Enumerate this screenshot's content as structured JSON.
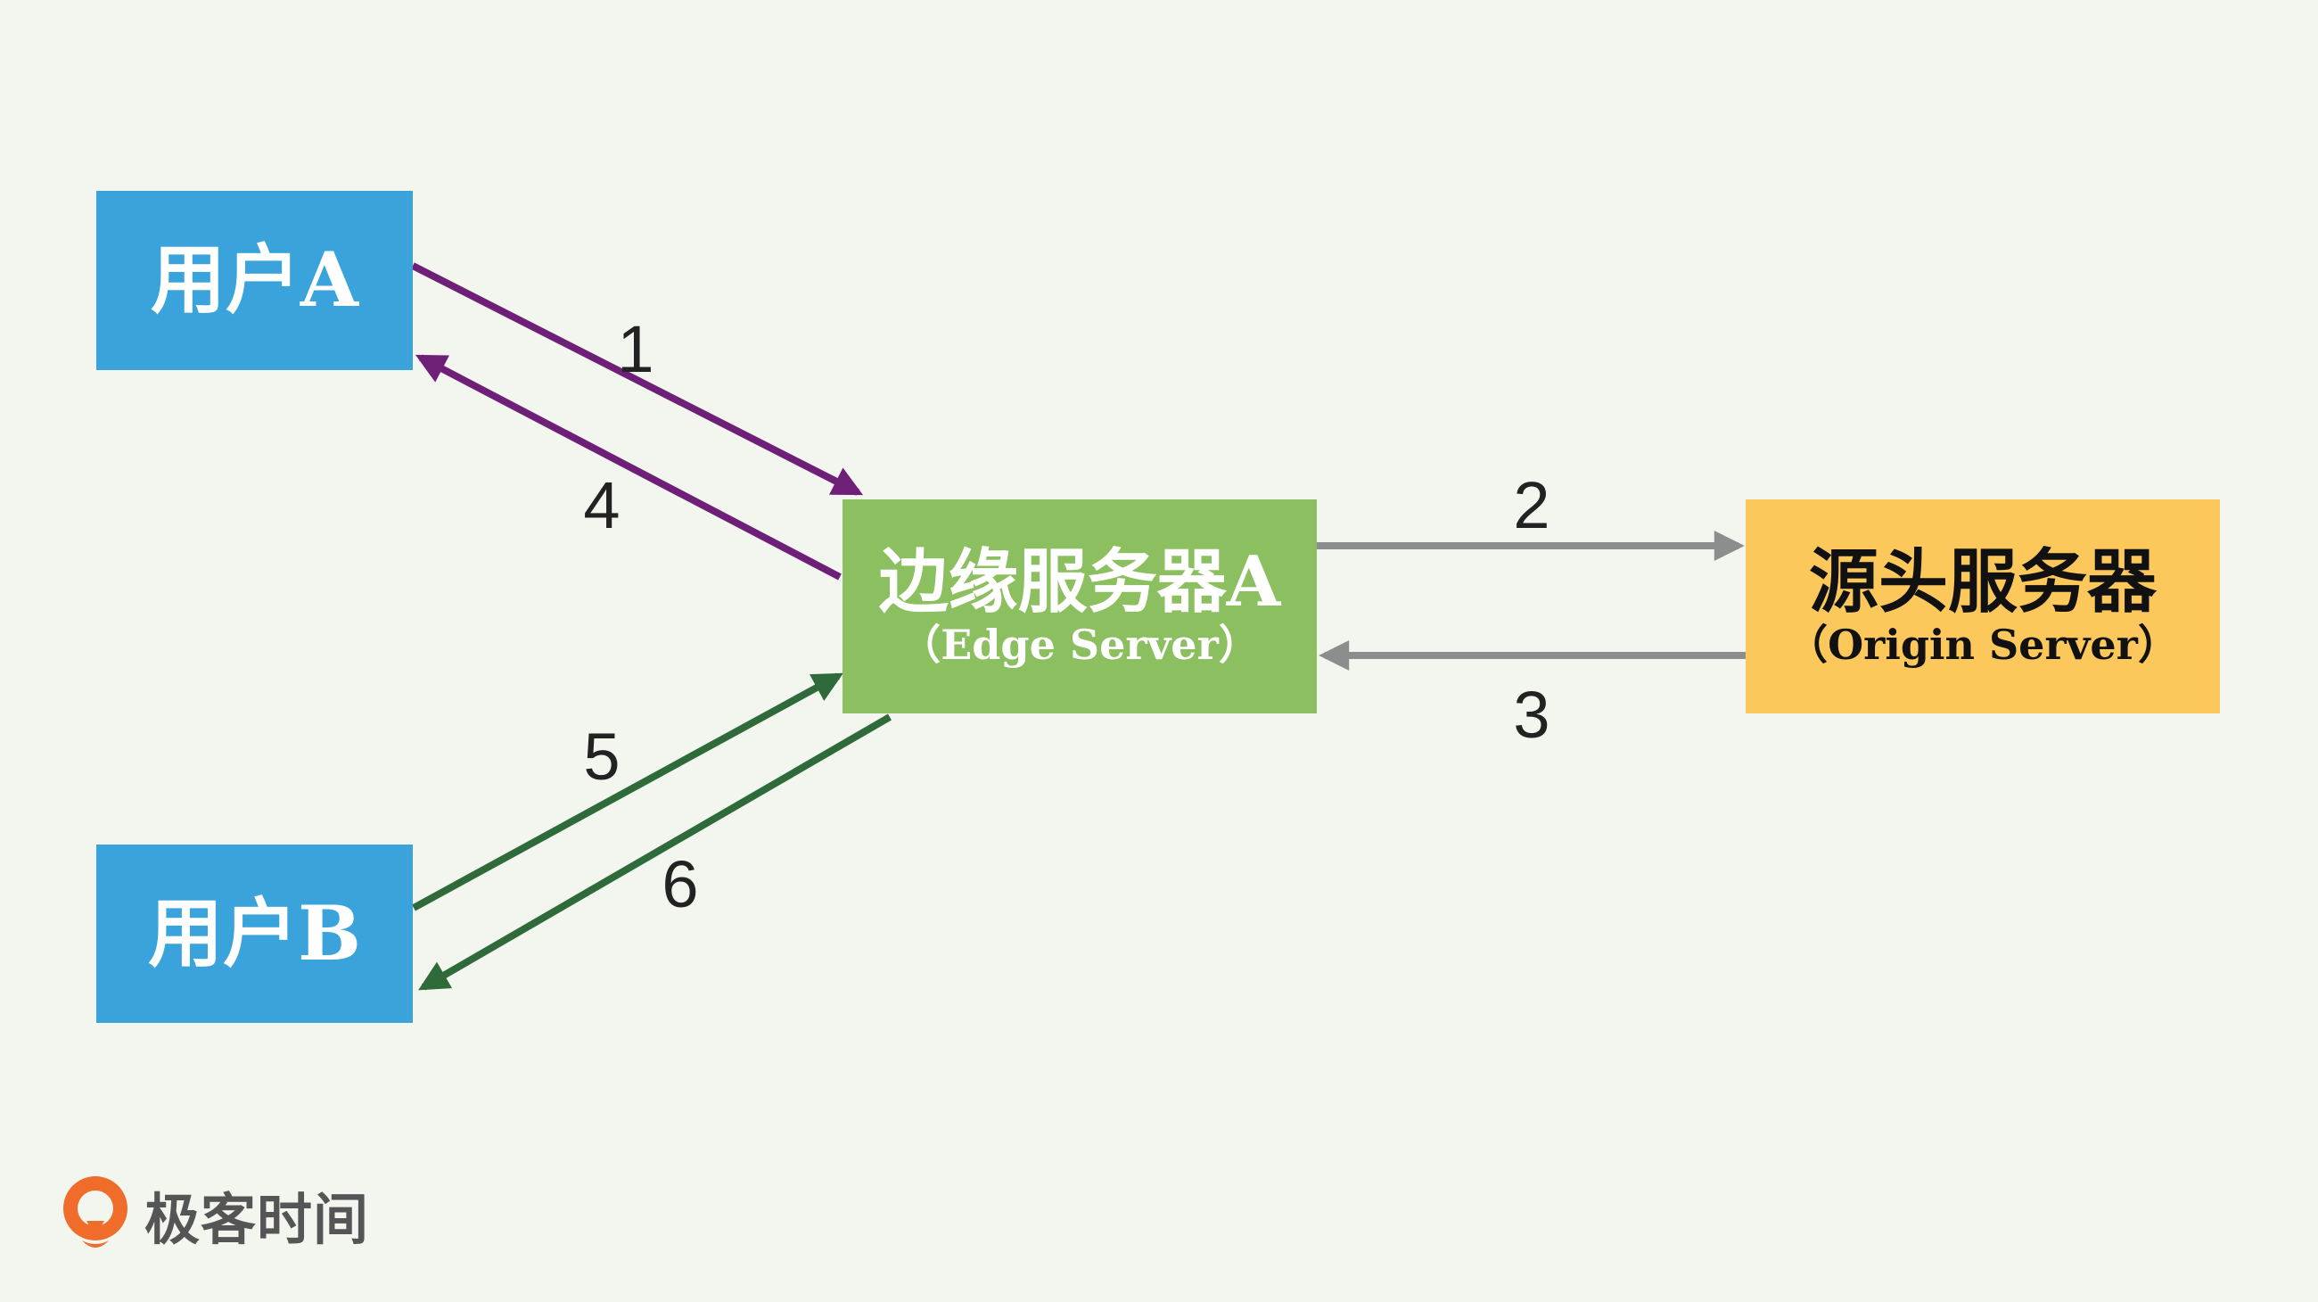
{
  "background": "#f3f6ef",
  "boxes": {
    "user_a": {
      "label": "用户A",
      "color": "#3aa3db"
    },
    "user_b": {
      "label": "用户B",
      "color": "#3aa3db"
    },
    "edge_server": {
      "label": "边缘服务器A",
      "sublabel": "（Edge Server）",
      "color": "#8bbf5f"
    },
    "origin_server": {
      "label": "源头服务器",
      "sublabel": "（Origin Server）",
      "color": "#fcc85c"
    }
  },
  "steps": {
    "s1": "1",
    "s2": "2",
    "s3": "3",
    "s4": "4",
    "s5": "5",
    "s6": "6"
  },
  "arrow_colors": {
    "user_a_flow": "#6e1f77",
    "origin_flow": "#8b8e8d",
    "user_b_flow": "#2f6b3a"
  },
  "logo": {
    "text": "极客时间",
    "icon": "geektime-logo-icon",
    "color": "#ef6c2a"
  }
}
